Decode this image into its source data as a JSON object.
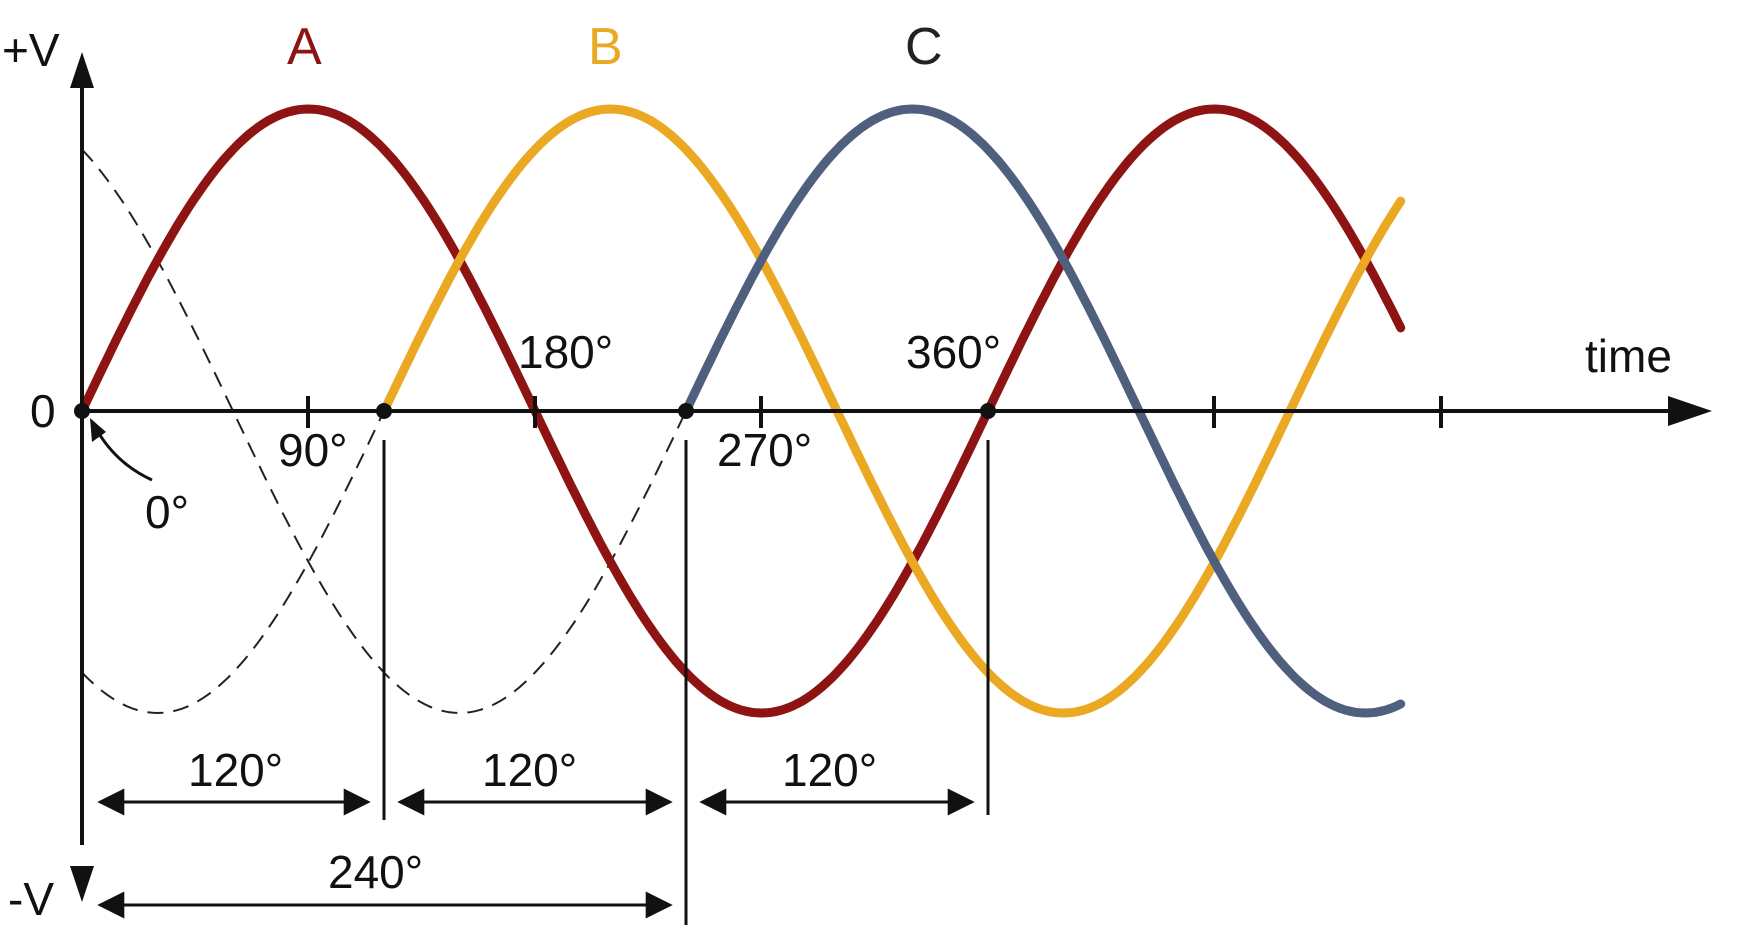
{
  "axis": {
    "y_top": "+V",
    "y_bottom": "-V",
    "origin": "0",
    "x_label": "time"
  },
  "phases": [
    {
      "name": "A",
      "color": "#8e1414",
      "shift_deg": 0
    },
    {
      "name": "B",
      "color": "#eaa823",
      "shift_deg": 120
    },
    {
      "name": "C",
      "color": "#4f607f",
      "shift_deg": 240
    }
  ],
  "angle_labels": {
    "zero": "0°",
    "deg90": "90°",
    "deg180": "180°",
    "deg270": "270°",
    "deg360": "360°"
  },
  "spans": {
    "first": "120°",
    "second": "120°",
    "third": "120°",
    "total": "240°"
  },
  "colors": {
    "axis": "#111111",
    "dashed": "#222222"
  }
}
